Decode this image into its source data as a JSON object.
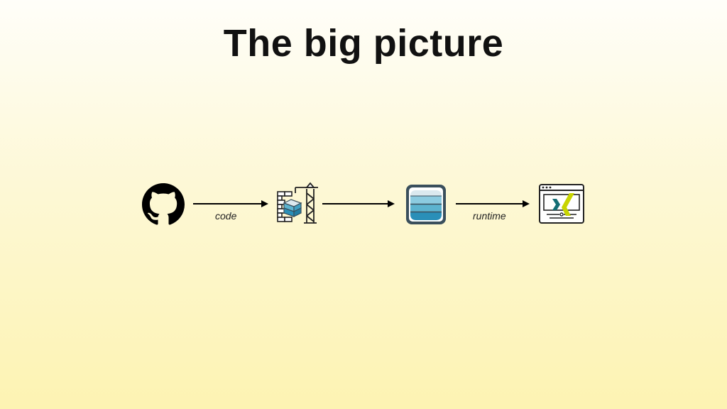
{
  "title": "The big picture",
  "nodes": [
    {
      "id": "github",
      "icon": "github-icon"
    },
    {
      "id": "build",
      "icon": "construction-build-icon"
    },
    {
      "id": "image",
      "icon": "stacked-layers-icon"
    },
    {
      "id": "app",
      "icon": "xing-app-window-icon"
    }
  ],
  "edges": [
    {
      "from": "github",
      "to": "build",
      "label": "code"
    },
    {
      "from": "build",
      "to": "image",
      "label": ""
    },
    {
      "from": "image",
      "to": "app",
      "label": "runtime"
    }
  ],
  "colors": {
    "layer_top": "#dbe9ef",
    "layer_mid": "#5cb3cf",
    "layer_bottom": "#2a8fb8",
    "layer_outline": "#3a4f5c",
    "accent_green": "#c8d400",
    "accent_teal": "#136d75"
  }
}
